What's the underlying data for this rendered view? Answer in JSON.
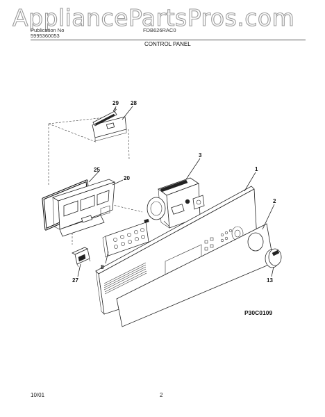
{
  "watermark": {
    "text": "AppliancePartsPros.com"
  },
  "header": {
    "left_line1": "Publication No",
    "left_line2": "5995360053",
    "model": "FDB626RAC0",
    "section_title": "CONTROL PANEL"
  },
  "diagram": {
    "drawing_code": "P30C0109",
    "callouts": {
      "c29": "29",
      "c28": "28",
      "c25": "25",
      "c20": "20",
      "c3": "3",
      "c1": "1",
      "c2": "2",
      "c8": "8",
      "c27": "27",
      "c13": "13"
    }
  },
  "footer": {
    "date": "10/01",
    "page_number": "2"
  }
}
